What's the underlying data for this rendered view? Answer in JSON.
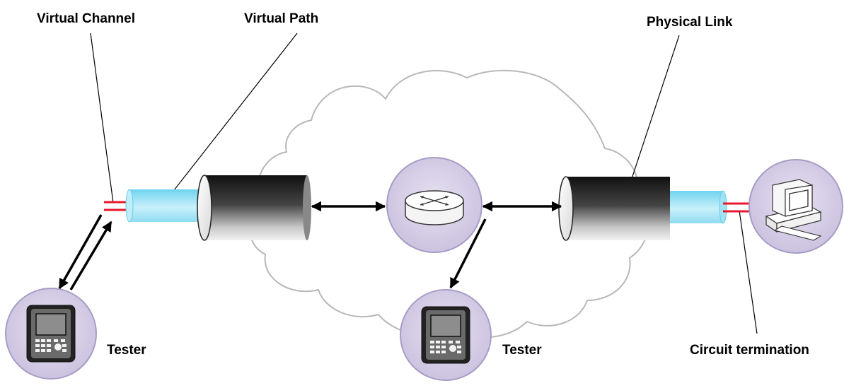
{
  "labels": {
    "virtual_channel": "Virtual Channel",
    "virtual_path": "Virtual Path",
    "physical_link": "Physical Link",
    "tester_left": "Tester",
    "tester_center": "Tester",
    "circuit_termination": "Circuit termination"
  },
  "colors": {
    "cloud_stroke": "#b8b8b8",
    "device_circle_fill": "#d4cde6",
    "device_circle_stroke": "#a79cc6",
    "virtual_path_cyan": "#7ad8f2",
    "channel_red": "#e8182c",
    "leader_line": "#000000"
  },
  "icons": {
    "router": "router-icon",
    "computer": "computer-icon",
    "tester": "tester-device-icon"
  }
}
